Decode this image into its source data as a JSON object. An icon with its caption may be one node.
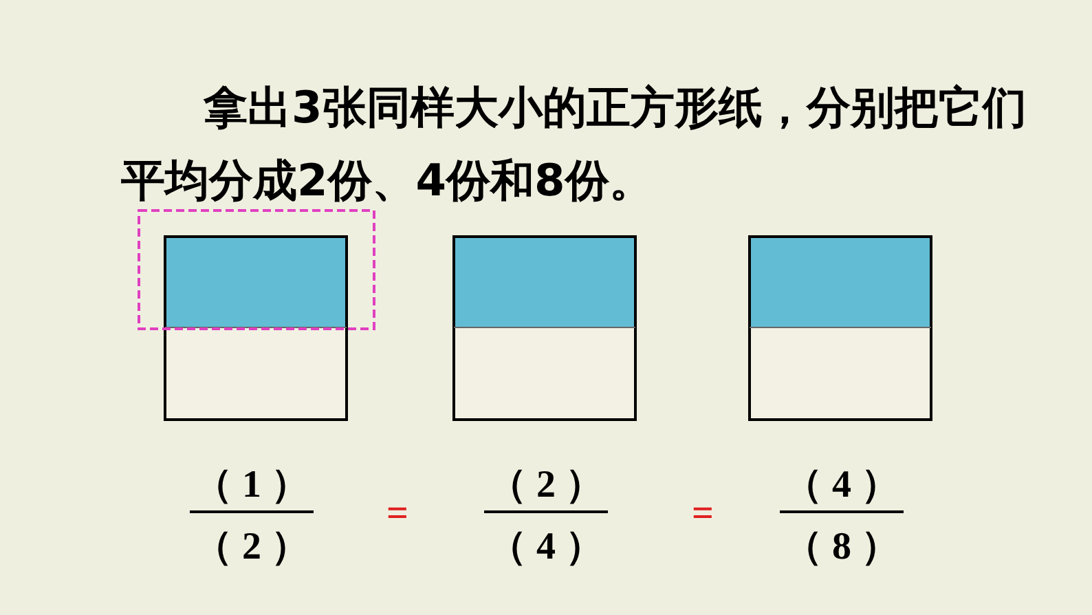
{
  "diagram": {
    "labels": [
      "拿出3张同样大小的正方形纸，分别把它们平均分成2份、4份和8份。",
      "（ 1 ）",
      "（ 2 ）",
      "=",
      "（ 2 ）",
      "（ 4 ）",
      "=",
      "（ 4 ）",
      "（ 8 ）"
    ]
  }
}
